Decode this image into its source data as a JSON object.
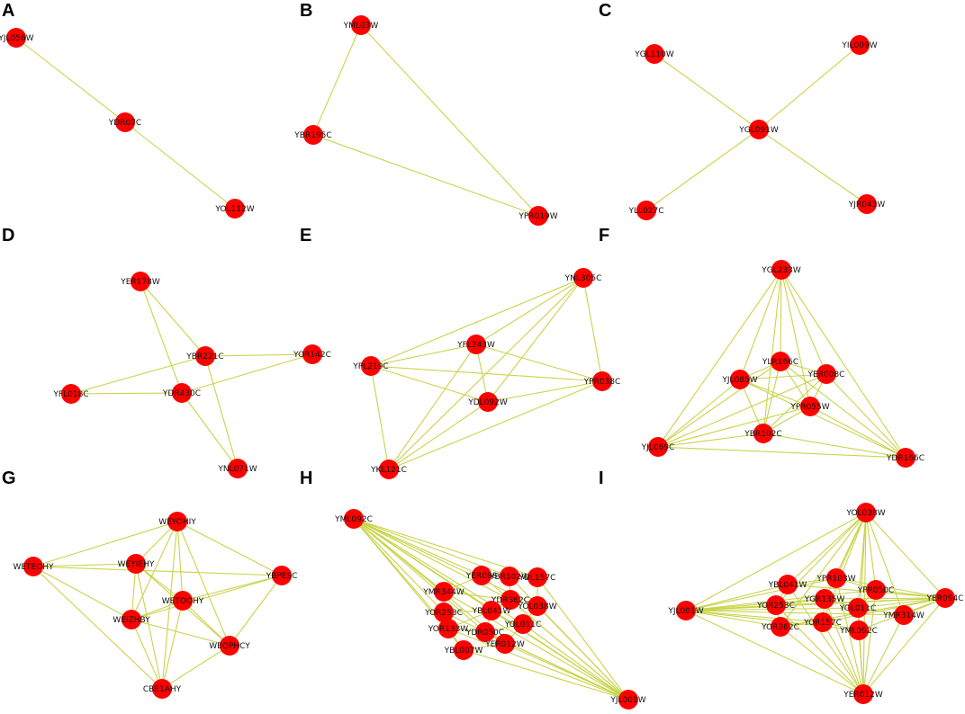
{
  "style": {
    "node_color": "#ff0000",
    "edge_color": "#c8d44a",
    "label_color": "#111111"
  },
  "panels": [
    {
      "label": "A",
      "nodes": [
        "YJL056W",
        "YDR07C",
        "YOL112W"
      ],
      "edges": [
        [
          0,
          1
        ],
        [
          1,
          2
        ]
      ]
    },
    {
      "label": "B",
      "nodes": [
        "YML03W",
        "YBR195C",
        "YPR019W"
      ],
      "edges": [
        [
          0,
          1
        ],
        [
          0,
          2
        ],
        [
          1,
          2
        ]
      ]
    },
    {
      "label": "C",
      "nodes": [
        "YGL110W",
        "YIL009W",
        "YGL091W",
        "YLL027C",
        "YJR043W"
      ],
      "edges": [
        [
          0,
          2
        ],
        [
          1,
          2
        ],
        [
          3,
          2
        ],
        [
          4,
          2
        ]
      ]
    },
    {
      "label": "D",
      "nodes": [
        "YER178W",
        "YBR221C",
        "YOR142C",
        "YFL018C",
        "YDR430C",
        "YNL071W"
      ],
      "edges": [
        [
          0,
          1
        ],
        [
          0,
          4
        ],
        [
          1,
          2
        ],
        [
          1,
          3
        ],
        [
          1,
          5
        ],
        [
          3,
          4
        ],
        [
          4,
          2
        ],
        [
          4,
          5
        ]
      ]
    },
    {
      "label": "E",
      "nodes": [
        "YNL305C",
        "YFL243W",
        "YPL219C",
        "YPR038C",
        "YDL092W",
        "YKL121C"
      ],
      "edges": [
        [
          0,
          2
        ],
        [
          0,
          1
        ],
        [
          0,
          3
        ],
        [
          0,
          4
        ],
        [
          0,
          5
        ],
        [
          1,
          2
        ],
        [
          1,
          4
        ],
        [
          1,
          3
        ],
        [
          1,
          5
        ],
        [
          2,
          3
        ],
        [
          2,
          4
        ],
        [
          2,
          5
        ],
        [
          3,
          4
        ],
        [
          3,
          5
        ],
        [
          4,
          5
        ]
      ]
    },
    {
      "label": "F",
      "nodes": [
        "YGL233W",
        "YLR166C",
        "YJL085W",
        "YER008C",
        "YPR055W",
        "YBR102C",
        "YJL069C",
        "YDR166C"
      ],
      "edges": [
        [
          0,
          1
        ],
        [
          0,
          2
        ],
        [
          0,
          3
        ],
        [
          0,
          4
        ],
        [
          0,
          5
        ],
        [
          0,
          6
        ],
        [
          0,
          7
        ],
        [
          1,
          2
        ],
        [
          1,
          3
        ],
        [
          1,
          4
        ],
        [
          1,
          5
        ],
        [
          1,
          6
        ],
        [
          1,
          7
        ],
        [
          2,
          3
        ],
        [
          2,
          4
        ],
        [
          2,
          5
        ],
        [
          2,
          6
        ],
        [
          2,
          7
        ],
        [
          3,
          4
        ],
        [
          3,
          5
        ],
        [
          3,
          6
        ],
        [
          3,
          7
        ],
        [
          4,
          5
        ],
        [
          4,
          6
        ],
        [
          4,
          7
        ],
        [
          5,
          6
        ],
        [
          5,
          7
        ],
        [
          6,
          7
        ]
      ]
    },
    {
      "label": "G",
      "nodes": [
        "WEYOHIY",
        "WEYIEHY",
        "WETEOHY",
        "WETOOHY",
        "YBPESC",
        "WEIZHBY",
        "WEOPHCY",
        "CBE1AHY"
      ],
      "edges": [
        [
          0,
          1
        ],
        [
          0,
          2
        ],
        [
          0,
          3
        ],
        [
          0,
          4
        ],
        [
          0,
          5
        ],
        [
          0,
          6
        ],
        [
          0,
          7
        ],
        [
          1,
          2
        ],
        [
          1,
          3
        ],
        [
          1,
          5
        ],
        [
          1,
          6
        ],
        [
          1,
          7
        ],
        [
          2,
          4
        ],
        [
          2,
          5
        ],
        [
          2,
          7
        ],
        [
          3,
          4
        ],
        [
          3,
          5
        ],
        [
          3,
          6
        ],
        [
          3,
          7
        ],
        [
          4,
          5
        ],
        [
          4,
          6
        ],
        [
          5,
          6
        ],
        [
          5,
          7
        ],
        [
          6,
          7
        ]
      ]
    },
    {
      "label": "H",
      "nodes": [
        "YML092C",
        "YER098",
        "YBR102W",
        "YDL157C",
        "YMR344W",
        "YDR362C",
        "YOL038W",
        "YOR253C",
        "YBL041W",
        "YOR133W",
        "YDR050C",
        "YOL011C",
        "YBL007W",
        "YER012W",
        "YJL001W"
      ],
      "edges": [
        [
          0,
          1
        ],
        [
          0,
          2
        ],
        [
          0,
          3
        ],
        [
          0,
          4
        ],
        [
          0,
          5
        ],
        [
          0,
          6
        ],
        [
          0,
          7
        ],
        [
          0,
          8
        ],
        [
          0,
          9
        ],
        [
          0,
          10
        ],
        [
          0,
          11
        ],
        [
          0,
          12
        ],
        [
          0,
          13
        ],
        [
          0,
          14
        ],
        [
          14,
          1
        ],
        [
          14,
          2
        ],
        [
          14,
          3
        ],
        [
          14,
          4
        ],
        [
          14,
          5
        ],
        [
          14,
          6
        ],
        [
          14,
          7
        ],
        [
          14,
          8
        ],
        [
          14,
          9
        ],
        [
          14,
          10
        ],
        [
          14,
          11
        ],
        [
          14,
          12
        ],
        [
          14,
          13
        ],
        [
          1,
          2
        ],
        [
          2,
          3
        ],
        [
          4,
          5
        ],
        [
          5,
          6
        ],
        [
          7,
          8
        ],
        [
          8,
          9
        ],
        [
          9,
          10
        ],
        [
          10,
          11
        ],
        [
          12,
          13
        ],
        [
          1,
          4
        ],
        [
          2,
          5
        ],
        [
          3,
          6
        ],
        [
          4,
          7
        ],
        [
          5,
          8
        ],
        [
          6,
          11
        ],
        [
          8,
          10
        ],
        [
          9,
          12
        ],
        [
          10,
          13
        ],
        [
          11,
          13
        ]
      ]
    },
    {
      "label": "I",
      "nodes": [
        "YOL038W",
        "YBL041W",
        "YPR103W",
        "YFR050C",
        "YOR253C",
        "YGR135W",
        "YOL011C",
        "YJL001W",
        "YER094C",
        "YMR314W",
        "YOR362C",
        "YOR157C",
        "YML092C",
        "YER012W"
      ],
      "edges": [
        [
          0,
          1
        ],
        [
          0,
          2
        ],
        [
          0,
          3
        ],
        [
          0,
          4
        ],
        [
          0,
          5
        ],
        [
          0,
          6
        ],
        [
          0,
          7
        ],
        [
          0,
          8
        ],
        [
          0,
          9
        ],
        [
          0,
          10
        ],
        [
          0,
          11
        ],
        [
          0,
          12
        ],
        [
          0,
          13
        ],
        [
          13,
          1
        ],
        [
          13,
          2
        ],
        [
          13,
          3
        ],
        [
          13,
          4
        ],
        [
          13,
          5
        ],
        [
          13,
          6
        ],
        [
          13,
          7
        ],
        [
          13,
          8
        ],
        [
          13,
          9
        ],
        [
          13,
          10
        ],
        [
          13,
          11
        ],
        [
          13,
          12
        ],
        [
          7,
          1
        ],
        [
          7,
          2
        ],
        [
          7,
          3
        ],
        [
          7,
          4
        ],
        [
          7,
          5
        ],
        [
          7,
          6
        ],
        [
          7,
          8
        ],
        [
          7,
          9
        ],
        [
          7,
          10
        ],
        [
          7,
          11
        ],
        [
          7,
          12
        ],
        [
          8,
          1
        ],
        [
          8,
          2
        ],
        [
          8,
          3
        ],
        [
          8,
          4
        ],
        [
          8,
          5
        ],
        [
          8,
          6
        ],
        [
          8,
          9
        ],
        [
          8,
          10
        ],
        [
          8,
          11
        ],
        [
          8,
          12
        ],
        [
          1,
          2
        ],
        [
          2,
          3
        ],
        [
          4,
          5
        ],
        [
          5,
          6
        ],
        [
          10,
          11
        ],
        [
          11,
          12
        ],
        [
          6,
          9
        ],
        [
          1,
          4
        ],
        [
          3,
          6
        ],
        [
          4,
          10
        ],
        [
          5,
          11
        ]
      ]
    }
  ]
}
